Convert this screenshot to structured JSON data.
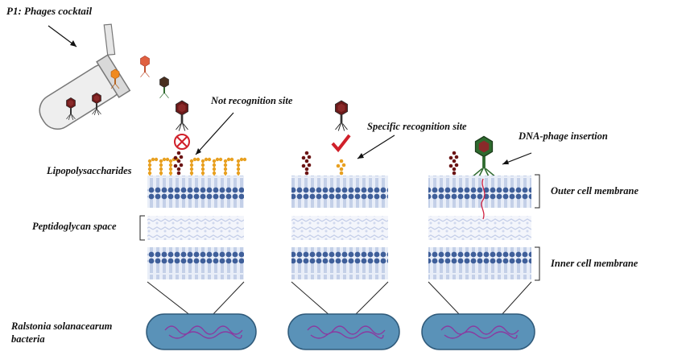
{
  "labels": {
    "phages_cocktail": "P1: Phages cocktail",
    "not_recognition": "Not recognition site",
    "specific_recognition": "Specific recognition site",
    "dna_insertion": "DNA-phage insertion",
    "lipopolysaccharides": "Lipopolysaccharides",
    "peptidoglycan": "Peptidoglycan space",
    "outer_membrane": "Outer cell membrane",
    "inner_membrane": "Inner cell membrane",
    "bacteria_line1": "Ralstonia solanacearum",
    "bacteria_line2": "bacteria"
  },
  "colors": {
    "membrane_dark": "#3f5f9a",
    "membrane_light": "#b9c8e6",
    "lps_orange": "#e8a020",
    "lps_maroon": "#6b1414",
    "bacteria_fill": "#5a92b8",
    "dna_purple": "#8a3aa0",
    "phage_green": "#2e6a2e",
    "check_red": "#d0202a"
  }
}
